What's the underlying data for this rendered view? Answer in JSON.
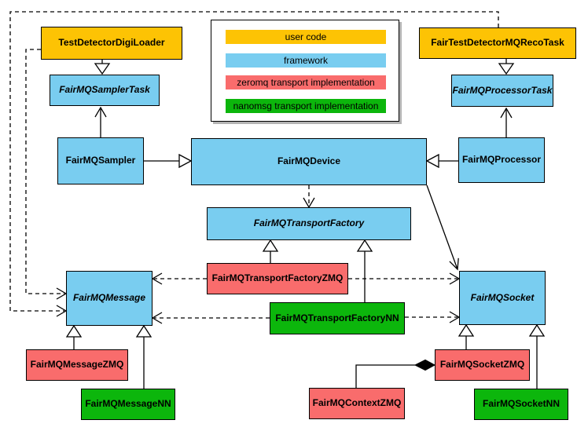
{
  "legend": {
    "items": [
      {
        "id": "user-code",
        "label": "user code",
        "color": "#FDC304"
      },
      {
        "id": "framework",
        "label": "framework",
        "color": "#79CDF0"
      },
      {
        "id": "zeromq",
        "label": "zeromq transport implementation",
        "color": "#F96C6C"
      },
      {
        "id": "nanomsg",
        "label": "nanomsg transport implementation",
        "color": "#0CB60C"
      }
    ]
  },
  "nodes": {
    "testDetectorDigiLoader": {
      "label": "TestDetectorDigiLoader",
      "category": "user code",
      "abstract": false
    },
    "fairTestDetectorMQRecoTask": {
      "label": "FairTestDetectorMQRecoTask",
      "category": "user code",
      "abstract": false
    },
    "fairMQSamplerTask": {
      "label": "FairMQSamplerTask",
      "category": "framework",
      "abstract": true
    },
    "fairMQProcessorTask": {
      "label": "FairMQProcessorTask",
      "category": "framework",
      "abstract": true
    },
    "fairMQSampler": {
      "label": "FairMQSampler",
      "category": "framework",
      "abstract": false
    },
    "fairMQDevice": {
      "label": "FairMQDevice",
      "category": "framework",
      "abstract": false
    },
    "fairMQProcessor": {
      "label": "FairMQProcessor",
      "category": "framework",
      "abstract": false
    },
    "fairMQTransportFactory": {
      "label": "FairMQTransportFactory",
      "category": "framework",
      "abstract": true
    },
    "fairMQTransportFactoryZMQ": {
      "label": "FairMQTransportFactoryZMQ",
      "category": "zeromq",
      "abstract": false
    },
    "fairMQTransportFactoryNN": {
      "label": "FairMQTransportFactoryNN",
      "category": "nanomsg",
      "abstract": false
    },
    "fairMQMessage": {
      "label": "FairMQMessage",
      "category": "framework",
      "abstract": true
    },
    "fairMQSocket": {
      "label": "FairMQSocket",
      "category": "framework",
      "abstract": true
    },
    "fairMQMessageZMQ": {
      "label": "FairMQMessageZMQ",
      "category": "zeromq",
      "abstract": false
    },
    "fairMQMessageNN": {
      "label": "FairMQMessageNN",
      "category": "nanomsg",
      "abstract": false
    },
    "fairMQSocketZMQ": {
      "label": "FairMQSocketZMQ",
      "category": "zeromq",
      "abstract": false
    },
    "fairMQSocketNN": {
      "label": "FairMQSocketNN",
      "category": "nanomsg",
      "abstract": false
    },
    "fairMQContextZMQ": {
      "label": "FairMQContextZMQ",
      "category": "zeromq",
      "abstract": false
    }
  },
  "edges": [
    {
      "from": "TestDetectorDigiLoader",
      "to": "FairMQSamplerTask",
      "type": "inheritance-triangle"
    },
    {
      "from": "FairTestDetectorMQRecoTask",
      "to": "FairMQProcessorTask",
      "type": "inheritance-triangle"
    },
    {
      "from": "FairMQSampler",
      "to": "FairMQSamplerTask",
      "type": "solid-open-arrow"
    },
    {
      "from": "FairMQProcessor",
      "to": "FairMQProcessorTask",
      "type": "solid-open-arrow"
    },
    {
      "from": "FairMQSampler",
      "to": "FairMQDevice",
      "type": "inheritance-triangle"
    },
    {
      "from": "FairMQProcessor",
      "to": "FairMQDevice",
      "type": "inheritance-triangle"
    },
    {
      "from": "FairMQDevice",
      "to": "FairMQTransportFactory",
      "type": "dashed-dependency"
    },
    {
      "from": "FairMQDevice",
      "to": "FairMQSocket",
      "type": "solid-open-arrow"
    },
    {
      "from": "FairMQTransportFactoryZMQ",
      "to": "FairMQTransportFactory",
      "type": "inheritance-triangle"
    },
    {
      "from": "FairMQTransportFactoryNN",
      "to": "FairMQTransportFactory",
      "type": "inheritance-triangle"
    },
    {
      "from": "TestDetectorDigiLoader",
      "to": "FairMQMessage",
      "type": "dashed-dependency"
    },
    {
      "from": "FairTestDetectorMQRecoTask",
      "to": "FairMQMessage",
      "type": "dashed-dependency"
    },
    {
      "from": "FairMQTransportFactoryZMQ",
      "to": "FairMQMessage",
      "type": "dashed-dependency"
    },
    {
      "from": "FairMQTransportFactoryZMQ",
      "to": "FairMQSocket",
      "type": "dashed-dependency"
    },
    {
      "from": "FairMQTransportFactoryNN",
      "to": "FairMQMessage",
      "type": "dashed-dependency"
    },
    {
      "from": "FairMQTransportFactoryNN",
      "to": "FairMQSocket",
      "type": "dashed-dependency"
    },
    {
      "from": "FairMQMessageZMQ",
      "to": "FairMQMessage",
      "type": "inheritance-triangle"
    },
    {
      "from": "FairMQMessageNN",
      "to": "FairMQMessage",
      "type": "inheritance-triangle"
    },
    {
      "from": "FairMQSocketZMQ",
      "to": "FairMQSocket",
      "type": "inheritance-triangle"
    },
    {
      "from": "FairMQSocketZMQ",
      "to": "FairMQContextZMQ",
      "type": "composition-diamond"
    },
    {
      "from": "FairMQSocketNN",
      "to": "FairMQSocket",
      "type": "inheritance-triangle"
    }
  ]
}
